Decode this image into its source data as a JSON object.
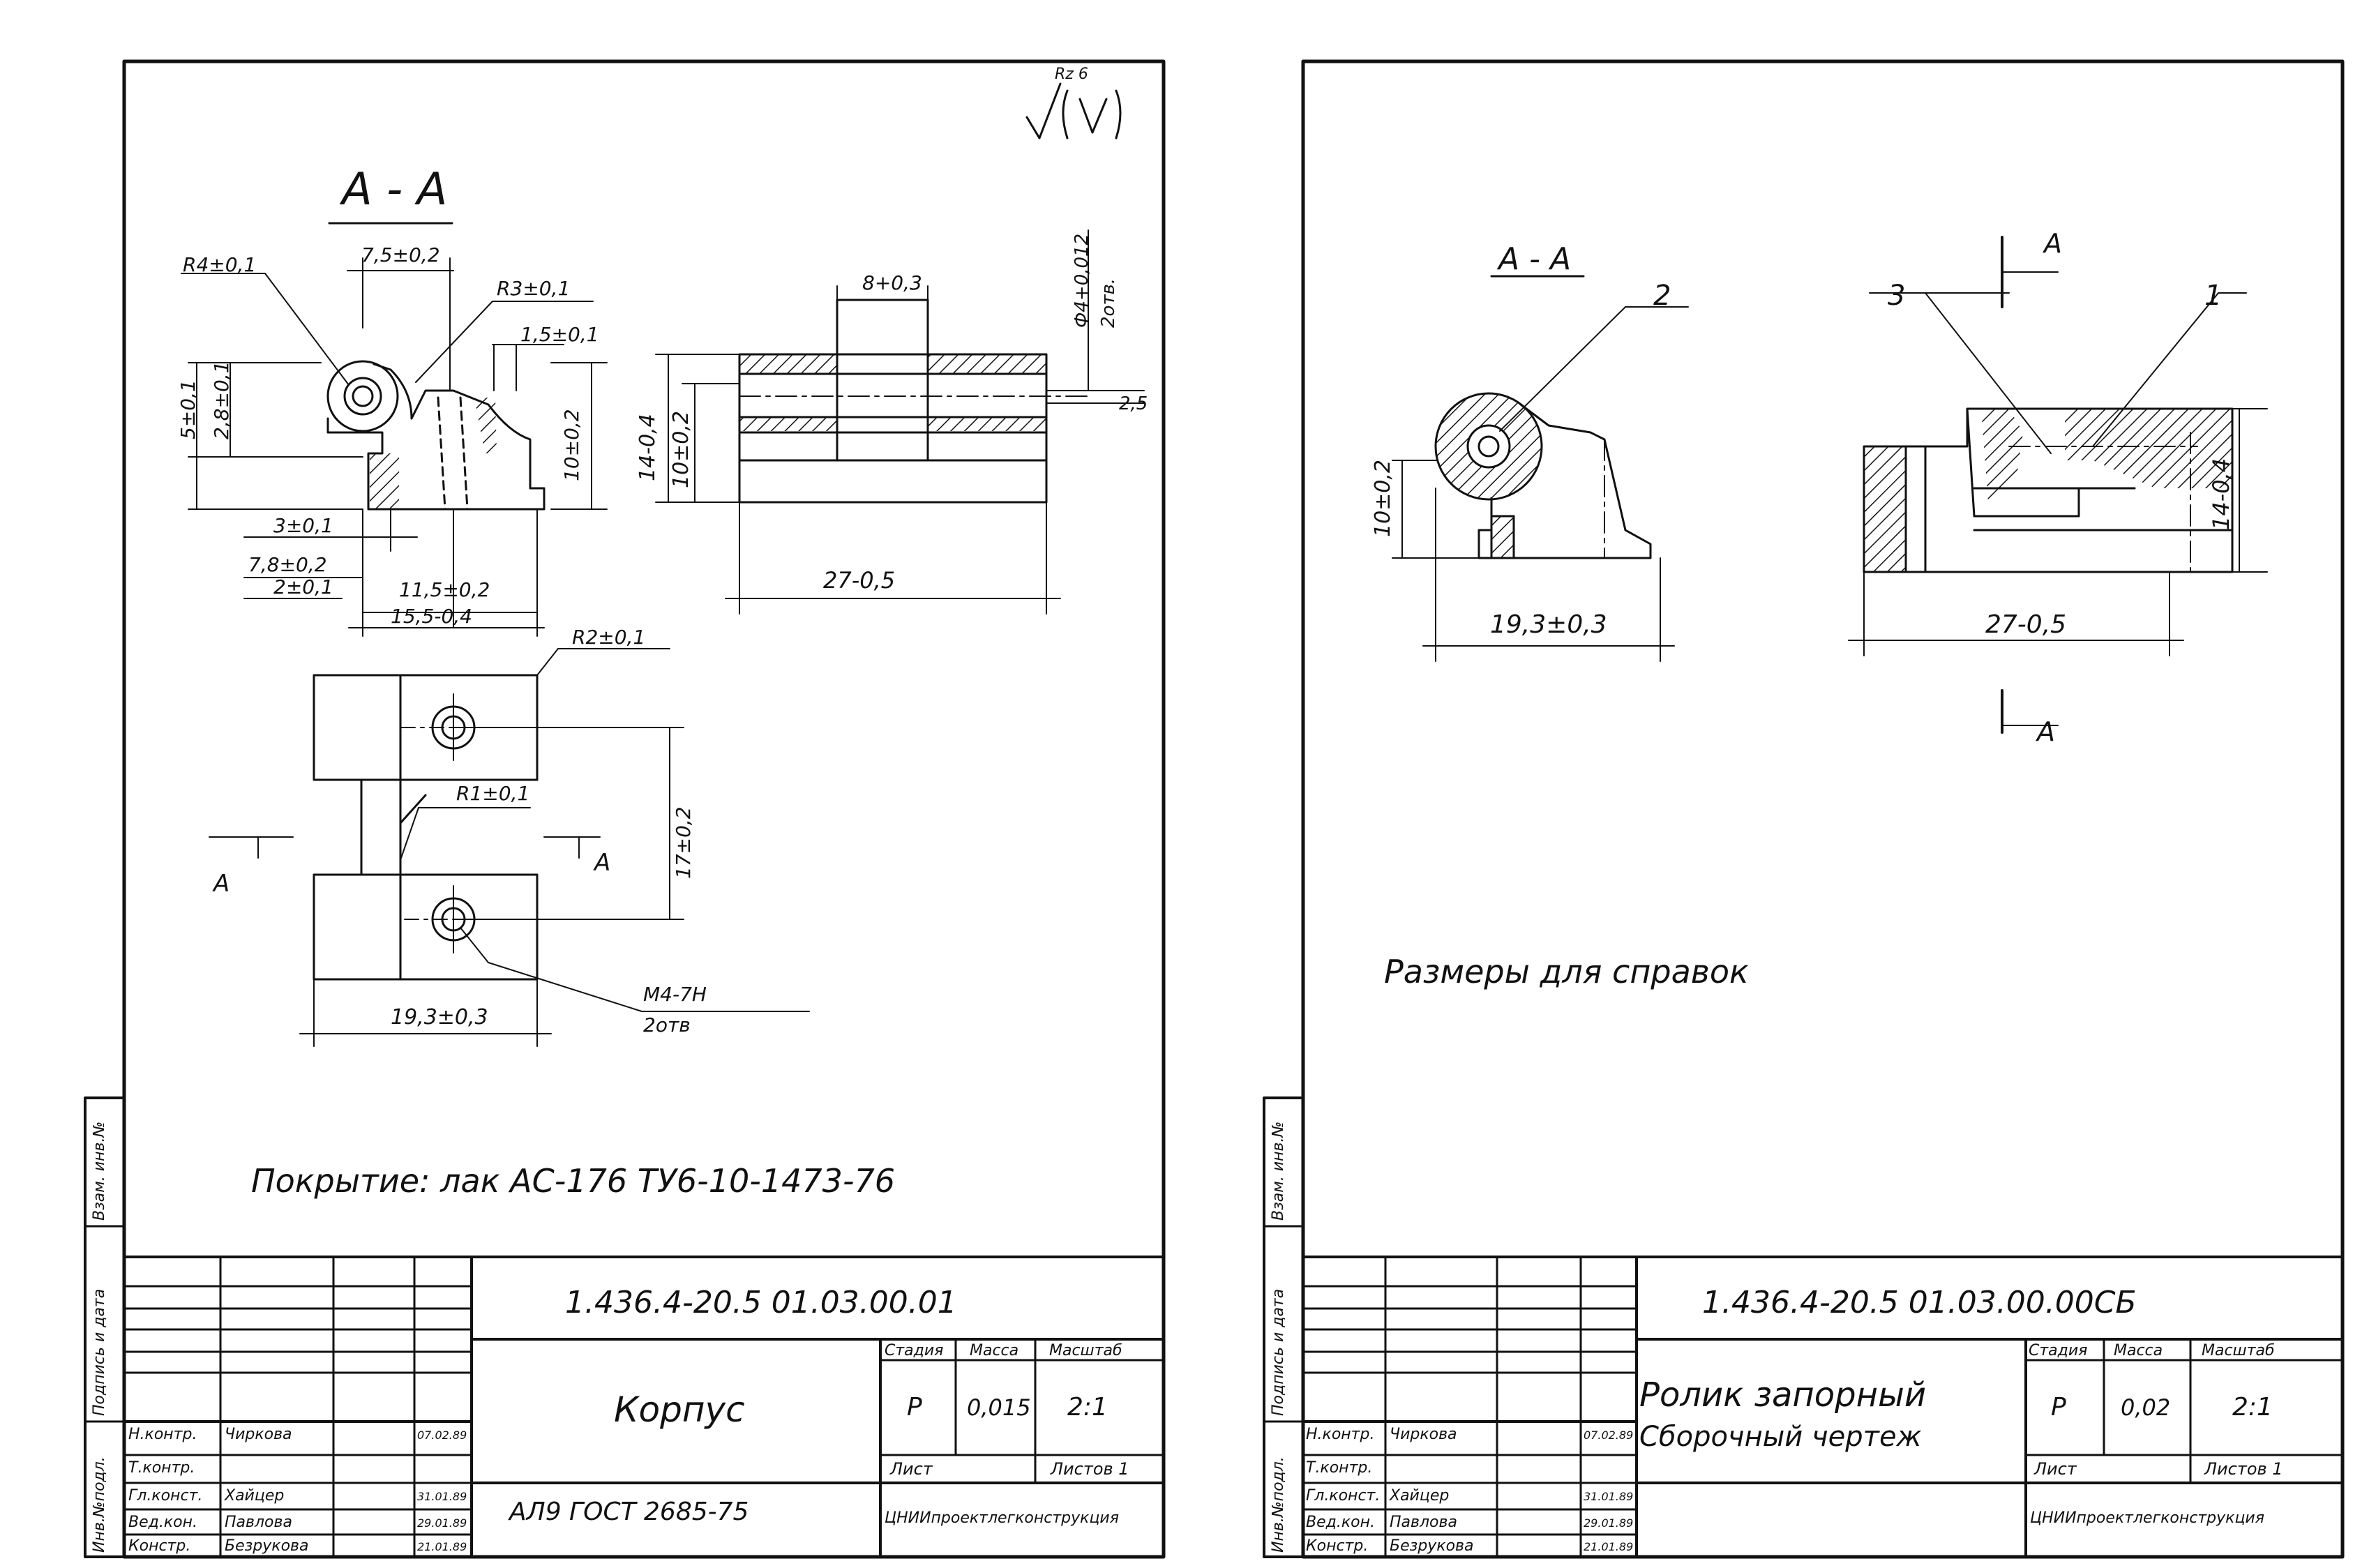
{
  "sheets": {
    "left": {
      "roughness_symbol": "Rz 6",
      "section_label": "А - А",
      "dims": {
        "r4": "R4±0,1",
        "d75": "7,5±0,2",
        "r3": "R3±0,1",
        "d15": "1,5±0,1",
        "d5": "5±0,1",
        "d28": "2,8±0,1",
        "d10": "10±0,2",
        "d3": "3±0,1",
        "d78": "7,8±0,2",
        "d2": "2±0,1",
        "d115": "11,5±0,2",
        "d155": "15,5-0,4",
        "d8": "8+0,3",
        "phi4": "Ф4+0,012",
        "holes2": "2отв.",
        "d14": "14-0,4",
        "d10b": "10±0,2",
        "r25": "2,5",
        "d27": "27-0,5",
        "r2": "R2±0,1",
        "r1": "R1±0,1",
        "d17": "17±0,2",
        "d193": "19,3±0,3",
        "m4": "М4-7Н",
        "m4holes": "2отв",
        "cut_a": "А"
      },
      "coating_note": "Покрытие: лак АС-176 ТУ6-10-1473-76",
      "side_strip": [
        "Инв.№подл.",
        "Подпись и дата",
        "Взам. инв.№"
      ],
      "title_block": {
        "code": "1.436.4-20.5 01.03.00.01",
        "name": "Корпус",
        "material": "АЛ9 ГОСТ 2685-75",
        "headers": [
          "Стадия",
          "Масса",
          "Масштаб"
        ],
        "stage": "Р",
        "mass": "0,015",
        "scale": "2:1",
        "sheet_label": "Лист",
        "sheets_label": "Листов 1",
        "org": "ЦНИИпроектлегконструкция",
        "roles": [
          "Н.контр.",
          "Т.контр.",
          "Гл.конст.",
          "Вед.кон.",
          "Констр."
        ],
        "people": [
          "Чиркова",
          "",
          "Хайцер",
          "Павлова",
          "Безрукова"
        ],
        "dates": [
          "07.02.89",
          "",
          "31.01.89",
          "29.01.89",
          "21.01.89"
        ]
      }
    },
    "right": {
      "section_label": "А - А",
      "cut_a": "А",
      "positions": [
        "2",
        "3",
        "1"
      ],
      "dims": {
        "d10": "10±0,2",
        "d193": "19,3±0,3",
        "d27": "27-0,5",
        "d14": "14-0,4"
      },
      "reference_note": "Размеры для справок",
      "side_strip": [
        "Инв.№подл.",
        "Подпись и дата",
        "Взам. инв.№"
      ],
      "title_block": {
        "code": "1.436.4-20.5 01.03.00.00СБ",
        "name_line1": "Ролик запорный",
        "name_line2": "Сборочный чертеж",
        "headers": [
          "Стадия",
          "Масса",
          "Масштаб"
        ],
        "stage": "Р",
        "mass": "0,02",
        "scale": "2:1",
        "sheet_label": "Лист",
        "sheets_label": "Листов 1",
        "org": "ЦНИИпроектлегконструкция",
        "roles": [
          "Н.контр.",
          "Т.контр.",
          "Гл.конст.",
          "Вед.кон.",
          "Констр."
        ],
        "people": [
          "Чиркова",
          "",
          "Хайцер",
          "Павлова",
          "Безрукова"
        ],
        "dates": [
          "07.02.89",
          "",
          "31.01.89",
          "29.01.89",
          "21.01.89"
        ]
      }
    }
  }
}
